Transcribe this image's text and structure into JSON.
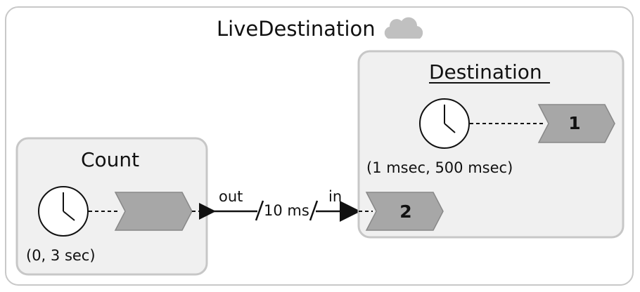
{
  "diagram": {
    "title": "LiveDestination",
    "title_icon": "cloud-icon",
    "count": {
      "title": "Count",
      "clock_icon": "clock-icon",
      "timing": "(0, 3 sec)",
      "out_port_label": "out"
    },
    "connection": {
      "delay": "10 ms",
      "in_port_label": "in"
    },
    "destination": {
      "title": "Destination",
      "clock_icon": "clock-icon",
      "timing": "(1 msec, 500 msec)",
      "node_1_label": "1",
      "node_2_label": "2"
    },
    "colors": {
      "outer_border": "#c8c8c8",
      "box_fill": "#f0f0f0",
      "box_border": "#c7c7c7",
      "arrow_fill": "#a7a7a7",
      "cloud": "#c0c0c0",
      "line": "#111111"
    }
  }
}
